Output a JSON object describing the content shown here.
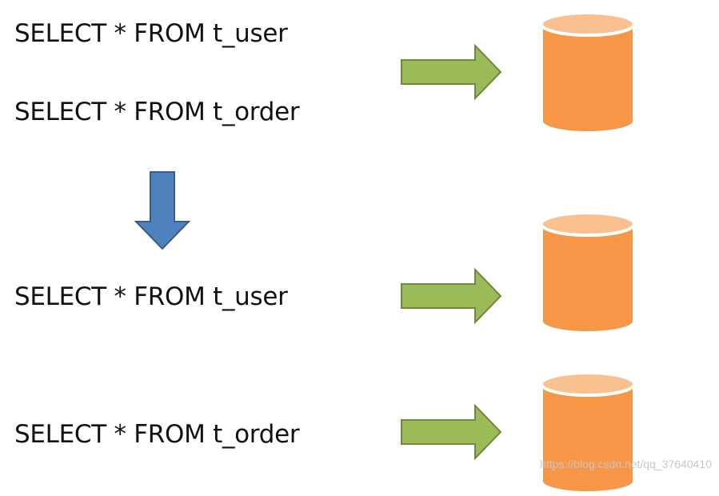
{
  "queries": [
    "SELECT * FROM t_user",
    "SELECT * FROM t_order",
    "SELECT * FROM t_user",
    "SELECT * FROM t_order"
  ],
  "watermark": "https://blog.csdn.net/qq_37640410",
  "colors": {
    "arrow_green_fill": "#9bbb59",
    "arrow_green_stroke": "#71893f",
    "arrow_blue_fill": "#4f81bd",
    "arrow_blue_stroke": "#385d8a",
    "database_fill": "#f79646",
    "database_top": "#fac090",
    "database_edge": "#ffffff"
  },
  "icons": [
    "arrow-right-icon",
    "arrow-down-icon",
    "database-icon"
  ]
}
